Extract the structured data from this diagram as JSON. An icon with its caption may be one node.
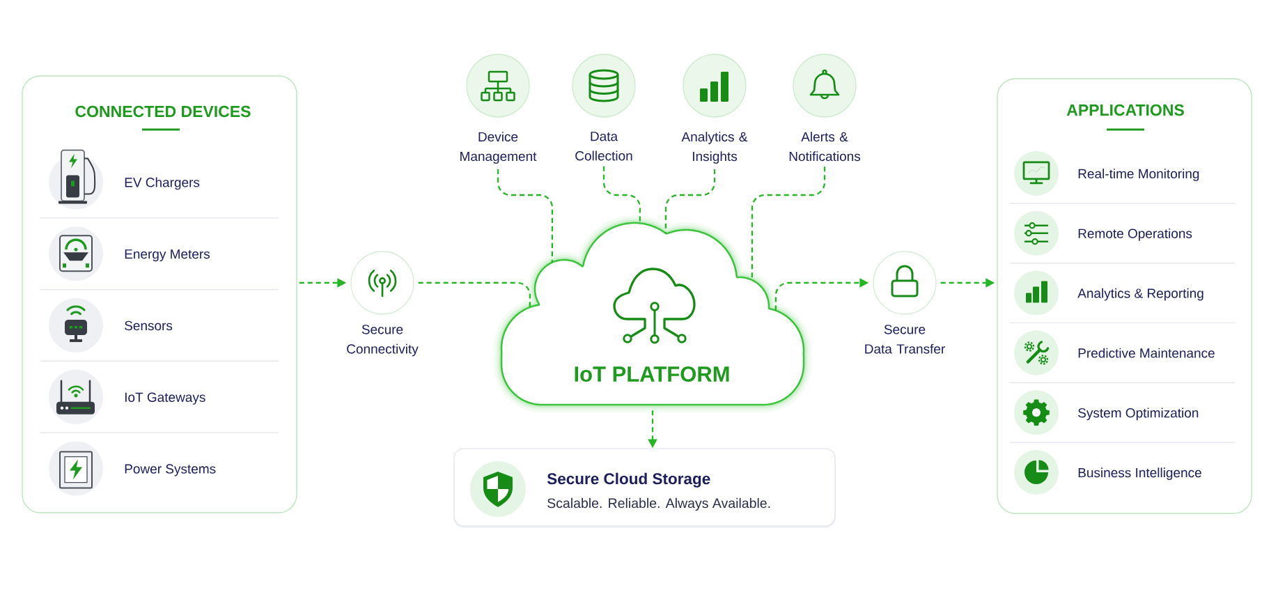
{
  "diagram": {
    "nodes": [
      {
        "text": [
          "CONNECTED DEVICES"
        ]
      },
      {
        "text": [
          "EV Chargers"
        ],
        "in": 0
      },
      {
        "text": [
          "Energy Meters"
        ],
        "in": 0
      },
      {
        "text": [
          "Sensors"
        ],
        "in": 0
      },
      {
        "text": [
          "IoT Gateways"
        ],
        "in": 0
      },
      {
        "text": [
          "Power Systems"
        ],
        "in": 0
      },
      {
        "text": [
          "Secure Connectivity"
        ]
      },
      {
        "text": [
          "Device Management"
        ]
      },
      {
        "text": [
          "Data Collection"
        ]
      },
      {
        "text": [
          "Analytics & Insights"
        ]
      },
      {
        "text": [
          "Alerts & Notifications"
        ]
      },
      {
        "text": [
          "IoT PLATFORM"
        ]
      },
      {
        "text": [
          "Secure Data Transfer"
        ]
      },
      {
        "text": [
          "APPLICATIONS"
        ]
      },
      {
        "text": [
          "Real-time Monitoring"
        ],
        "in": 13
      },
      {
        "text": [
          "Remote Operations"
        ],
        "in": 13
      },
      {
        "text": [
          "Analytics & Reporting"
        ],
        "in": 13
      },
      {
        "text": [
          "Predictive Maintenance"
        ],
        "in": 13
      },
      {
        "text": [
          "System Optimization"
        ],
        "in": 13
      },
      {
        "text": [
          "Business Intelligence"
        ],
        "in": 13
      },
      {
        "text": [
          "Secure Cloud Storage",
          "Scalable. Reliable. Always Available."
        ]
      }
    ],
    "edges": [
      {
        "from": 0,
        "to": 6,
        "arrow": "to",
        "style": "dashed"
      },
      {
        "from": 6,
        "to": 11,
        "arrow": "none",
        "style": "dashed"
      },
      {
        "from": 7,
        "to": 11,
        "arrow": "none",
        "style": "dashed"
      },
      {
        "from": 8,
        "to": 11,
        "arrow": "none",
        "style": "dashed"
      },
      {
        "from": 9,
        "to": 11,
        "arrow": "none",
        "style": "dashed"
      },
      {
        "from": 10,
        "to": 11,
        "arrow": "none",
        "style": "dashed"
      },
      {
        "from": 11,
        "to": 12,
        "arrow": "to",
        "style": "dashed"
      },
      {
        "from": 12,
        "to": 13,
        "arrow": "to",
        "style": "dashed"
      },
      {
        "from": 11,
        "to": 20,
        "arrow": "to",
        "style": "dashed"
      }
    ]
  }
}
